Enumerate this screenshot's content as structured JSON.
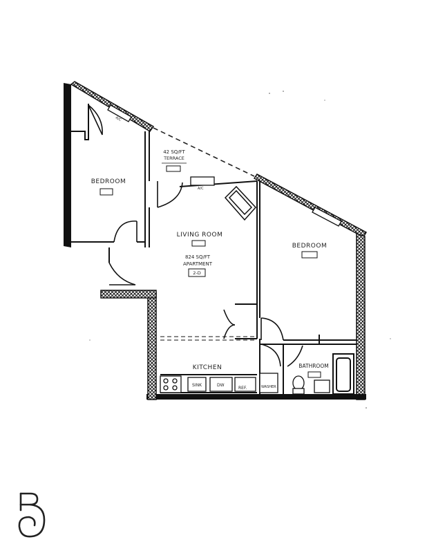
{
  "floorplan": {
    "rooms": {
      "bedroom_left": "BEDROOM",
      "bedroom_right": "BEDROOM",
      "living_room": "LIVING ROOM",
      "kitchen": "KITCHEN",
      "bathroom": "BATHROOM"
    },
    "terrace": {
      "area": "42 SQ/FT",
      "label": "TERRACE"
    },
    "apartment": {
      "area": "824 SQ/FT",
      "label": "APARTMENT",
      "unit": "2-D"
    },
    "fixtures": {
      "ac_left": "A/C",
      "ac_center": "A/C",
      "sink": "SINK",
      "dishwasher": "DW",
      "refrigerator": "REF.",
      "washer": "WASHER"
    }
  },
  "logo": {
    "monogram": "B"
  }
}
